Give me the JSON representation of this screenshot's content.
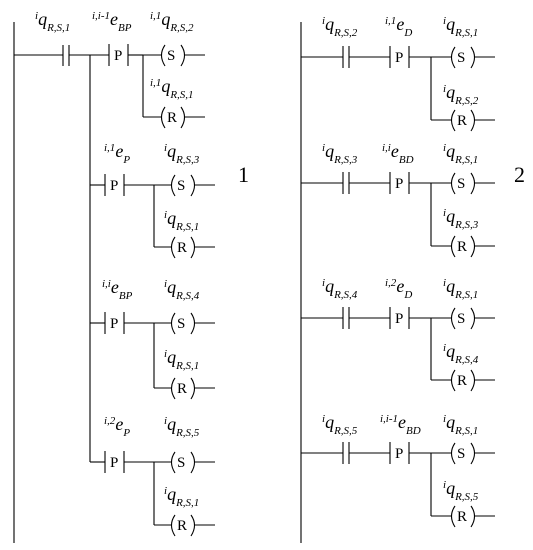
{
  "diagram": {
    "label_left": "1",
    "label_right": "2",
    "coil_set": "S",
    "coil_reset": "R",
    "pulse": "P",
    "left": {
      "header_contact": {
        "sup": "i",
        "base": "q",
        "sub": "R,S,1"
      },
      "rungs": [
        {
          "pulse_label": {
            "sup": "i,i-1",
            "base": "e",
            "sub": "BP"
          },
          "set_label": {
            "sup": "i,1",
            "base": "q",
            "sub": "R,S,2"
          },
          "reset_label": {
            "sup": "i,1",
            "base": "q",
            "sub": "R,S,1"
          }
        },
        {
          "pulse_label": {
            "sup": "i,1",
            "base": "e",
            "sub": "P"
          },
          "set_label": {
            "sup": "i",
            "base": "q",
            "sub": "R,S,3"
          },
          "reset_label": {
            "sup": "i",
            "base": "q",
            "sub": "R,S,1"
          }
        },
        {
          "pulse_label": {
            "sup": "i,i",
            "base": "e",
            "sub": "BP"
          },
          "set_label": {
            "sup": "i",
            "base": "q",
            "sub": "R,S,4"
          },
          "reset_label": {
            "sup": "i",
            "base": "q",
            "sub": "R,S,1"
          }
        },
        {
          "pulse_label": {
            "sup": "i,2",
            "base": "e",
            "sub": "P"
          },
          "set_label": {
            "sup": "i",
            "base": "q",
            "sub": "R,S,5"
          },
          "reset_label": {
            "sup": "i",
            "base": "q",
            "sub": "R,S,1"
          }
        }
      ]
    },
    "right": {
      "rungs": [
        {
          "contact_label": {
            "sup": "i",
            "base": "q",
            "sub": "R,S,2"
          },
          "pulse_label": {
            "sup": "i,1",
            "base": "e",
            "sub": "D"
          },
          "set_label": {
            "sup": "i",
            "base": "q",
            "sub": "R,S,1"
          },
          "reset_label": {
            "sup": "i",
            "base": "q",
            "sub": "R,S,2"
          }
        },
        {
          "contact_label": {
            "sup": "i",
            "base": "q",
            "sub": "R,S,3"
          },
          "pulse_label": {
            "sup": "i,i",
            "base": "e",
            "sub": "BD"
          },
          "set_label": {
            "sup": "i",
            "base": "q",
            "sub": "R,S,1"
          },
          "reset_label": {
            "sup": "i",
            "base": "q",
            "sub": "R,S,3"
          }
        },
        {
          "contact_label": {
            "sup": "i",
            "base": "q",
            "sub": "R,S,4"
          },
          "pulse_label": {
            "sup": "i,2",
            "base": "e",
            "sub": "D"
          },
          "set_label": {
            "sup": "i",
            "base": "q",
            "sub": "R,S,1"
          },
          "reset_label": {
            "sup": "i",
            "base": "q",
            "sub": "R,S,4"
          }
        },
        {
          "contact_label": {
            "sup": "i",
            "base": "q",
            "sub": "R,S,5"
          },
          "pulse_label": {
            "sup": "i,i-1",
            "base": "e",
            "sub": "BD"
          },
          "set_label": {
            "sup": "i",
            "base": "q",
            "sub": "R,S,1"
          },
          "reset_label": {
            "sup": "i",
            "base": "q",
            "sub": "R,S,5"
          }
        }
      ]
    }
  }
}
